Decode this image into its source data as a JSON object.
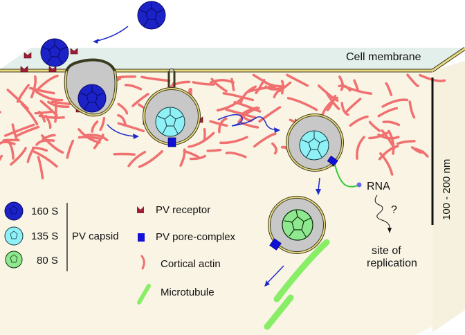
{
  "title": "Poliovirus entry pathway",
  "labels": {
    "cell_membrane": "Cell membrane",
    "scale_bar": "100 - 200 nm",
    "rna": "RNA",
    "question": "?",
    "site_line1": "site of",
    "site_line2": "replication"
  },
  "legend_capsids": {
    "group_label": "PV capsid",
    "items": [
      {
        "label": "160 S",
        "color": "#1a22c8"
      },
      {
        "label": "135 S",
        "color": "#8ff0f5"
      },
      {
        "label": "80 S",
        "color": "#8fe88f"
      }
    ]
  },
  "legend_components": [
    {
      "label": "PV receptor",
      "icon": "receptor-icon",
      "color": "#a01d3a"
    },
    {
      "label": "PV pore-complex",
      "icon": "pore-complex-icon",
      "color": "#1010d8"
    },
    {
      "label": "Cortical actin",
      "icon": "actin-icon",
      "color": "#f07070"
    },
    {
      "label": "Microtubule",
      "icon": "microtubule-icon",
      "color": "#88ee66"
    }
  ],
  "colors": {
    "cytoplasm": "#f9f4e4",
    "membrane_top": "#e3efea",
    "membrane_line": "#e8d880",
    "vesicle_fill": "#c8c8c8",
    "arrow": "#1e2aca",
    "rna": "#33cc33"
  }
}
